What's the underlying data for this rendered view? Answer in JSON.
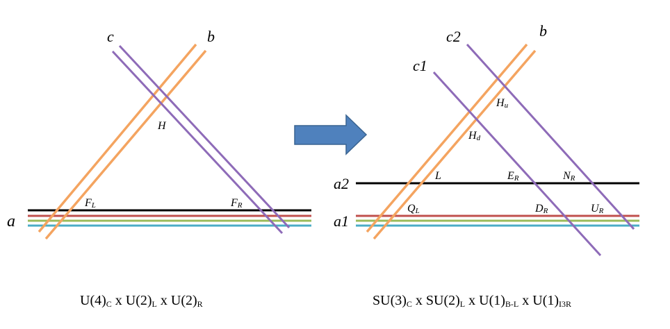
{
  "colors": {
    "orange": "#f4a460",
    "purple": "#8e6bb8",
    "black": "#000000",
    "red": "#c0504d",
    "green": "#9bbb59",
    "cyan": "#4bacc6",
    "arrow": "#4f81bd"
  },
  "left": {
    "brane_labels": {
      "c": "c",
      "b": "b",
      "a": "a"
    },
    "intersections": {
      "H": "H",
      "FL": {
        "main": "F",
        "sub": "L"
      },
      "FR": {
        "main": "F",
        "sub": "R"
      }
    },
    "caption": {
      "parts": [
        {
          "t": "U(4)"
        },
        {
          "t": "C",
          "s": true
        },
        {
          "t": " x U(2)"
        },
        {
          "t": "L",
          "s": true
        },
        {
          "t": " x U(2)"
        },
        {
          "t": "R",
          "s": true
        }
      ]
    }
  },
  "right": {
    "brane_labels": {
      "c2": "c2",
      "c1": "c1",
      "b": "b",
      "a2": "a2",
      "a1": "a1"
    },
    "intersections": {
      "Hu": {
        "main": "H",
        "sub": "u"
      },
      "Hd": {
        "main": "H",
        "sub": "d"
      },
      "L": "L",
      "ER": {
        "main": "E",
        "sub": "R"
      },
      "NR": {
        "main": "N",
        "sub": "R"
      },
      "QL": {
        "main": "Q",
        "sub": "L"
      },
      "DR": {
        "main": "D",
        "sub": "R"
      },
      "UR": {
        "main": "U",
        "sub": "R"
      }
    },
    "caption": {
      "parts": [
        {
          "t": "SU(3)"
        },
        {
          "t": "C",
          "s": true
        },
        {
          "t": " x SU(2)"
        },
        {
          "t": "L",
          "s": true
        },
        {
          "t": " x U(1)"
        },
        {
          "t": "B-L",
          "s": true
        },
        {
          "t": " x U(1)"
        },
        {
          "t": "I3R",
          "s": true
        }
      ]
    }
  }
}
